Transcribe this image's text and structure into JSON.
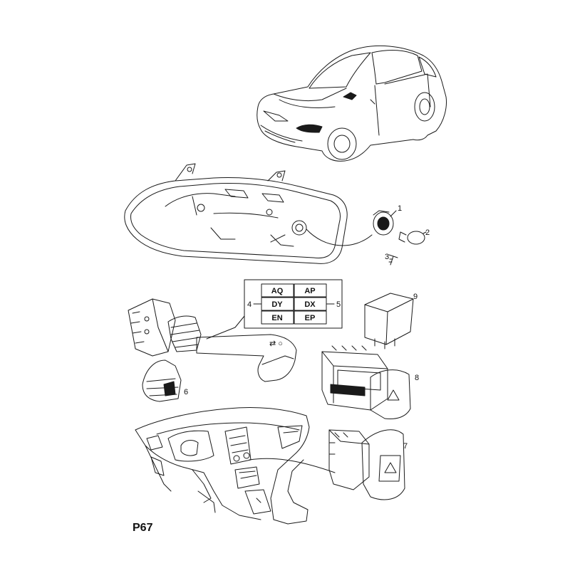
{
  "page_code": "P67",
  "callouts": {
    "c1": "1",
    "c2": "2",
    "c3": "3",
    "c4": "4",
    "c5": "5",
    "c6": "6",
    "c7": "7",
    "c8": "8",
    "c9": "9"
  },
  "code_table": {
    "left": [
      "AQ",
      "DY",
      "EN"
    ],
    "right": [
      "AP",
      "DX",
      "EP"
    ]
  },
  "colors": {
    "line": "#1a1a1a",
    "background": "#ffffff"
  }
}
